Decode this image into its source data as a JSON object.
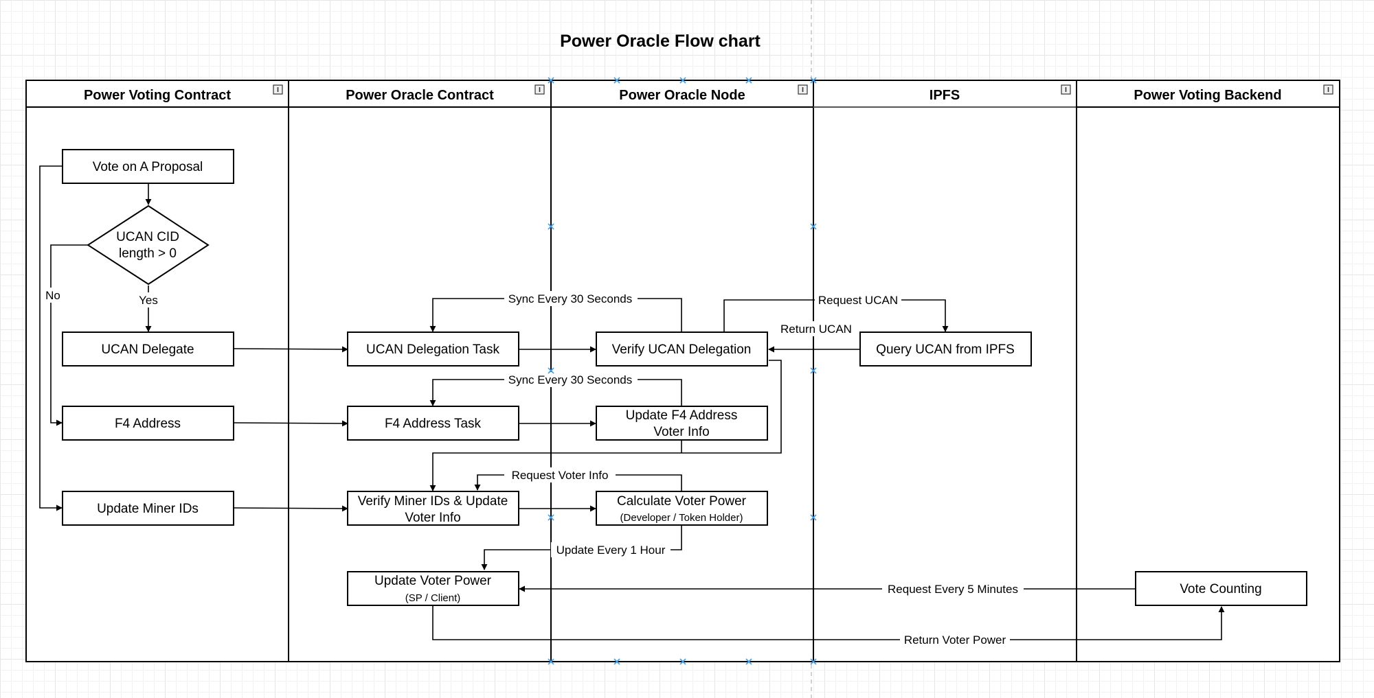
{
  "title": "Power Oracle Flow chart",
  "colors": {
    "line": "#000000",
    "grid": "#e6e6e6",
    "selection": "#3ba0f0"
  },
  "icons": {
    "lane_collapse": "collapse-toggle-icon"
  },
  "lanes": [
    {
      "id": "voting-contract",
      "title": "Power Voting Contract"
    },
    {
      "id": "oracle-contract",
      "title": "Power Oracle Contract"
    },
    {
      "id": "oracle-node",
      "title": "Power Oracle Node"
    },
    {
      "id": "ipfs",
      "title": "IPFS"
    },
    {
      "id": "voting-backend",
      "title": "Power Voting Backend"
    }
  ],
  "nodes": [
    {
      "id": "vote",
      "lines": [
        "Vote on A Proposal"
      ]
    },
    {
      "id": "ucan-check",
      "shape": "decision",
      "lines": [
        "UCAN CID",
        "length > 0"
      ]
    },
    {
      "id": "ucan-delegate",
      "lines": [
        "UCAN Delegate"
      ]
    },
    {
      "id": "f4-address",
      "lines": [
        "F4 Address"
      ]
    },
    {
      "id": "update-miner-ids",
      "lines": [
        "Update Miner IDs"
      ]
    },
    {
      "id": "ucan-task",
      "lines": [
        "UCAN Delegation Task"
      ]
    },
    {
      "id": "f4-task",
      "lines": [
        "F4 Address Task"
      ]
    },
    {
      "id": "verify-miner",
      "lines": [
        "Verify Miner IDs & Update",
        "Voter Info"
      ]
    },
    {
      "id": "update-power",
      "lines": [
        "Update Voter Power"
      ],
      "sub": "(SP / Client)"
    },
    {
      "id": "verify-ucan",
      "lines": [
        "Verify UCAN Delegation"
      ]
    },
    {
      "id": "update-f4",
      "lines": [
        "Update F4 Address",
        "Voter Info"
      ]
    },
    {
      "id": "calc-power",
      "lines": [
        "Calculate Voter Power"
      ],
      "sub": "(Developer / Token Holder)"
    },
    {
      "id": "query-ipfs",
      "lines": [
        "Query UCAN from IPFS"
      ]
    },
    {
      "id": "vote-counting",
      "lines": [
        "Vote Counting"
      ]
    }
  ],
  "edge_labels": [
    {
      "id": "no",
      "text": "No"
    },
    {
      "id": "yes",
      "text": "Yes"
    },
    {
      "id": "sync-ucan",
      "text": "Sync Every 30 Seconds"
    },
    {
      "id": "sync-f4",
      "text": "Sync Every 30 Seconds"
    },
    {
      "id": "request-ucan",
      "text": "Request UCAN"
    },
    {
      "id": "return-ucan",
      "text": "Return UCAN"
    },
    {
      "id": "request-voter-info",
      "text": "Request Voter Info"
    },
    {
      "id": "update-hour",
      "text": "Update Every 1 Hour"
    },
    {
      "id": "request-5min",
      "text": "Request Every 5 Minutes"
    },
    {
      "id": "return-power",
      "text": "Return Voter Power"
    }
  ]
}
